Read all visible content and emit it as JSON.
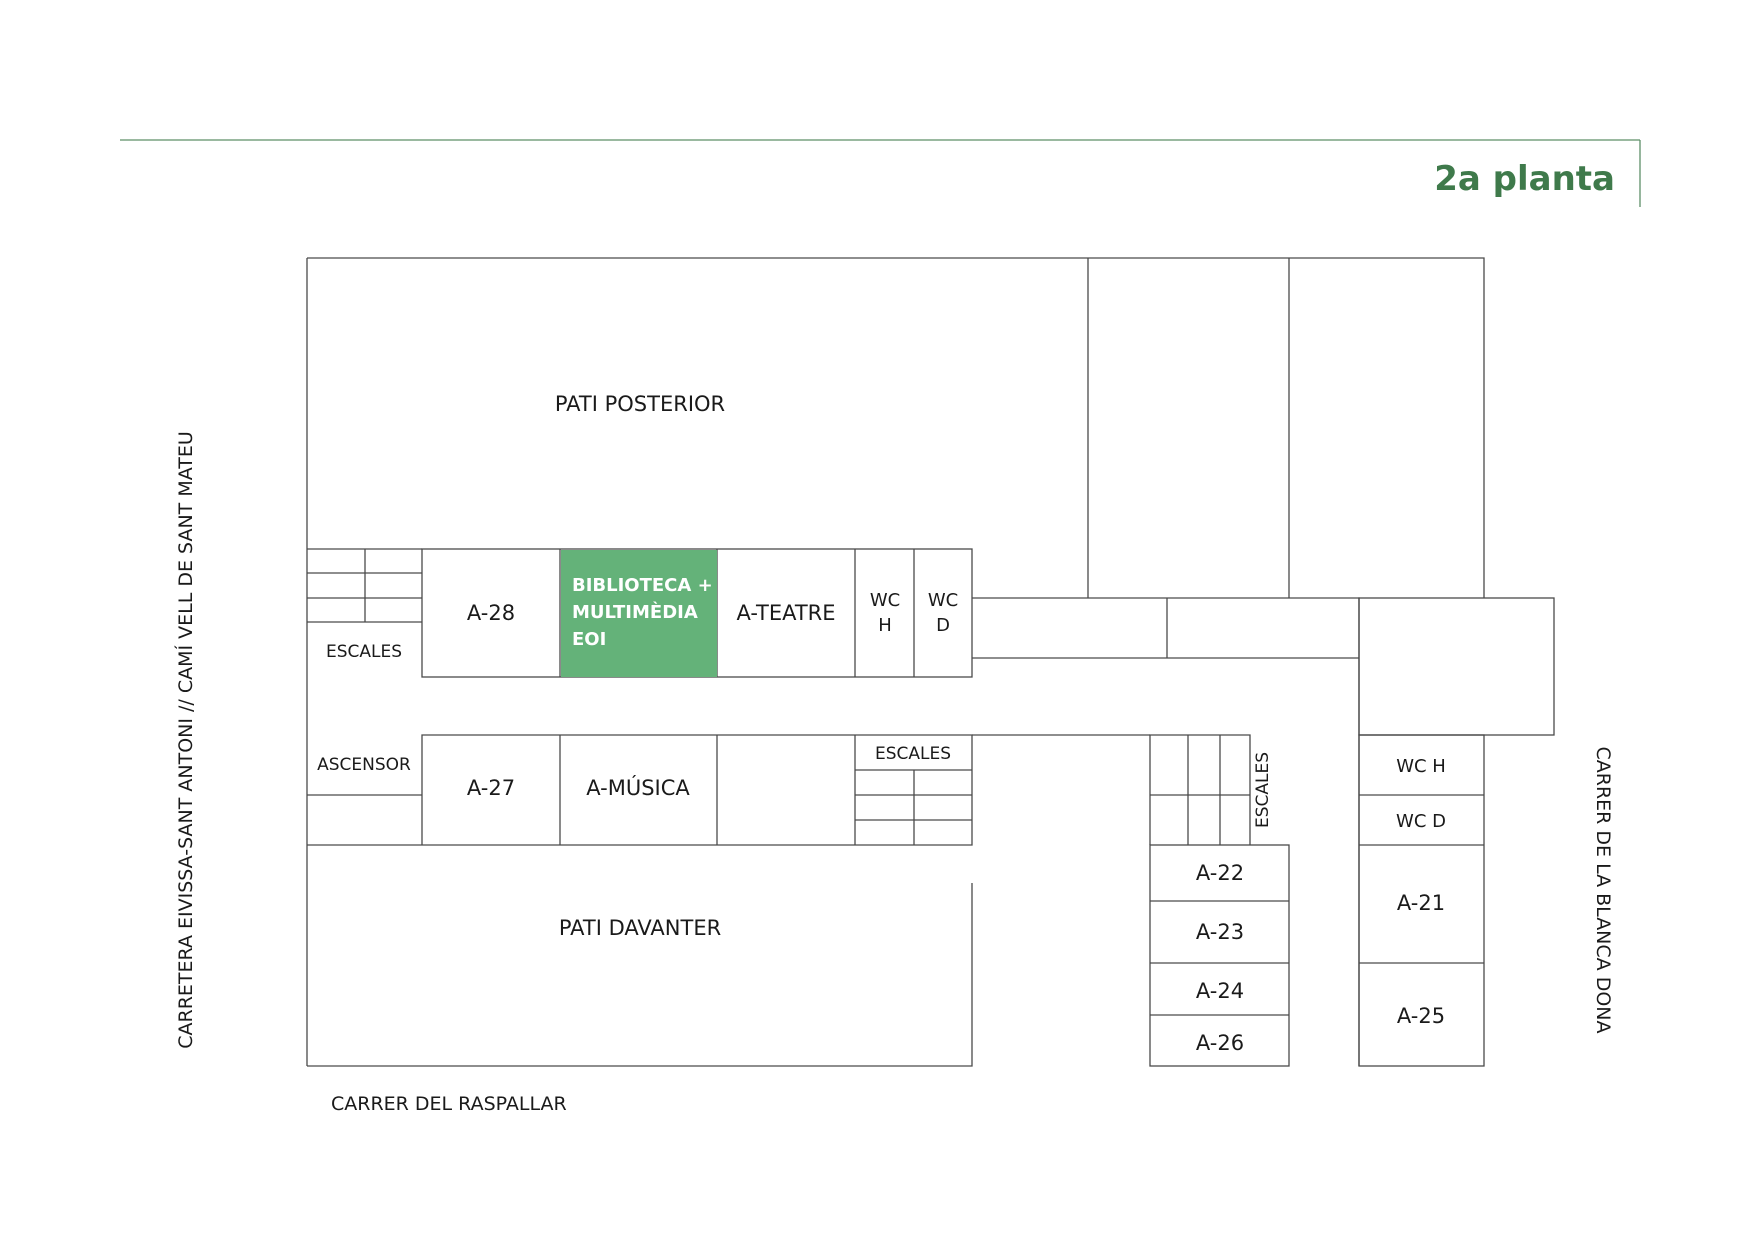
{
  "floor_title": "2a planta",
  "highlight_color": "#64b279",
  "title_color": "#3f7a4b",
  "highlighted_room": {
    "line1": "BIBLIOTECA +",
    "line2": "MULTIMÈDIA",
    "line3": "EOI"
  },
  "rooms": {
    "pati_posterior": "PATI POSTERIOR",
    "pati_davanter": "PATI DAVANTER",
    "a28": "A-28",
    "a27": "A-27",
    "a_teatre": "A-TEATRE",
    "a_musica": "A-MÚSICA",
    "escales_left": "ESCALES",
    "escales_center": "ESCALES",
    "escales_right": "ESCALES",
    "ascensor": "ASCENSOR",
    "wc_h_top_1": "WC",
    "wc_h_top_2": "H",
    "wc_d_top_1": "WC",
    "wc_d_top_2": "D",
    "wc_h_right": "WC H",
    "wc_d_right": "WC D",
    "a21": "A-21",
    "a22": "A-22",
    "a23": "A-23",
    "a24": "A-24",
    "a25": "A-25",
    "a26": "A-26"
  },
  "streets": {
    "bottom": "CARRER DEL RASPALLAR",
    "left": "CARRETERA EIVISSA-SANT ANTONI // CAMÍ VELL DE SANT MATEU",
    "right": "CARRER DE LA BLANCA DONA"
  }
}
